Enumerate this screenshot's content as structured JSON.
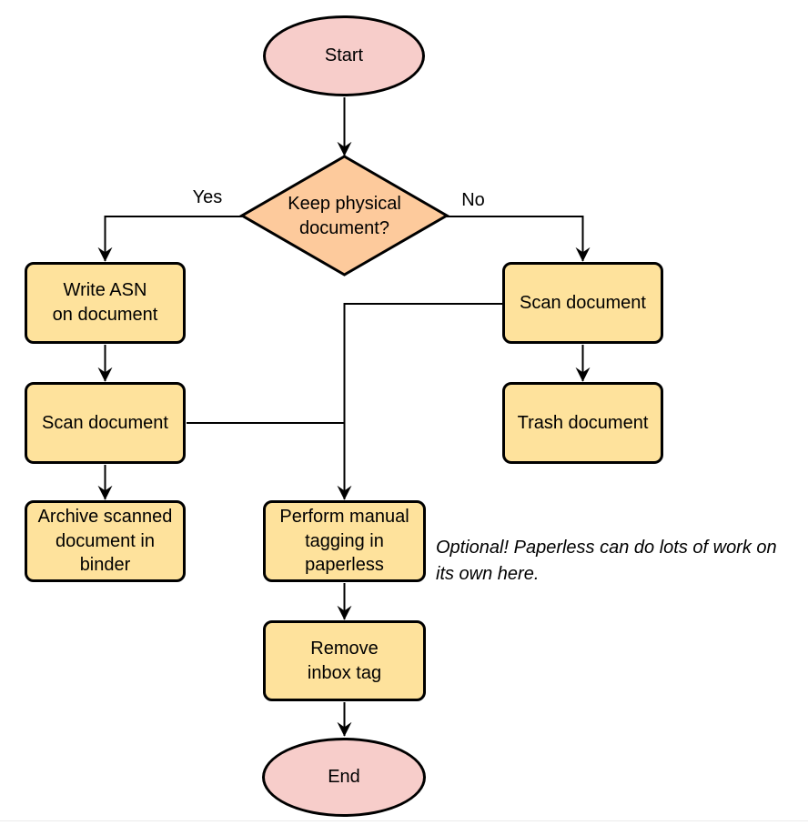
{
  "diagram": {
    "type": "flowchart",
    "colors": {
      "terminal_fill": "#F7CDCA",
      "decision_fill": "#FDCA9C",
      "process_fill": "#FEE29C",
      "stroke": "#000000",
      "divider": "#EBEBEB"
    },
    "nodes": {
      "start": {
        "label": "Start"
      },
      "decision": {
        "label": "Keep physical\ndocument?"
      },
      "write_asn": {
        "label": "Write ASN\non document"
      },
      "scan_left": {
        "label": "Scan document"
      },
      "archive": {
        "label": "Archive scanned\ndocument in\nbinder"
      },
      "scan_right": {
        "label": "Scan document"
      },
      "trash": {
        "label": "Trash document"
      },
      "tagging": {
        "label": "Perform manual\ntagging in\npaperless"
      },
      "remove_inbox": {
        "label": "Remove\ninbox tag"
      },
      "end": {
        "label": "End"
      }
    },
    "edge_labels": {
      "yes": "Yes",
      "no": "No"
    },
    "note": {
      "text": "Optional! Paperless can do lots of work on\nits own here."
    }
  }
}
